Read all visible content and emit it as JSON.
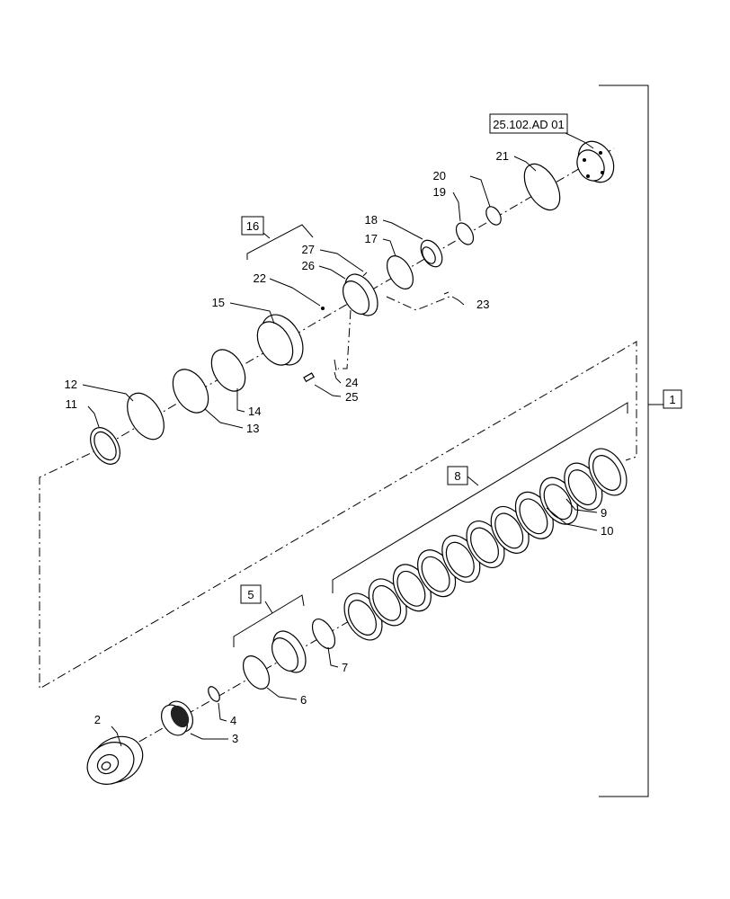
{
  "callouts": {
    "c1": "1",
    "c2": "2",
    "c3": "3",
    "c4": "4",
    "c5": "5",
    "c6": "6",
    "c7": "7",
    "c8": "8",
    "c9": "9",
    "c10": "10",
    "c11": "11",
    "c12": "12",
    "c13": "13",
    "c14": "14",
    "c15": "15",
    "c16": "16",
    "c17": "17",
    "c18": "18",
    "c19": "19",
    "c20": "20",
    "c21": "21",
    "c22": "22",
    "c23": "23",
    "c24": "24",
    "c25": "25",
    "c26": "26",
    "c27": "27"
  },
  "reference": "25.102.AD 01"
}
